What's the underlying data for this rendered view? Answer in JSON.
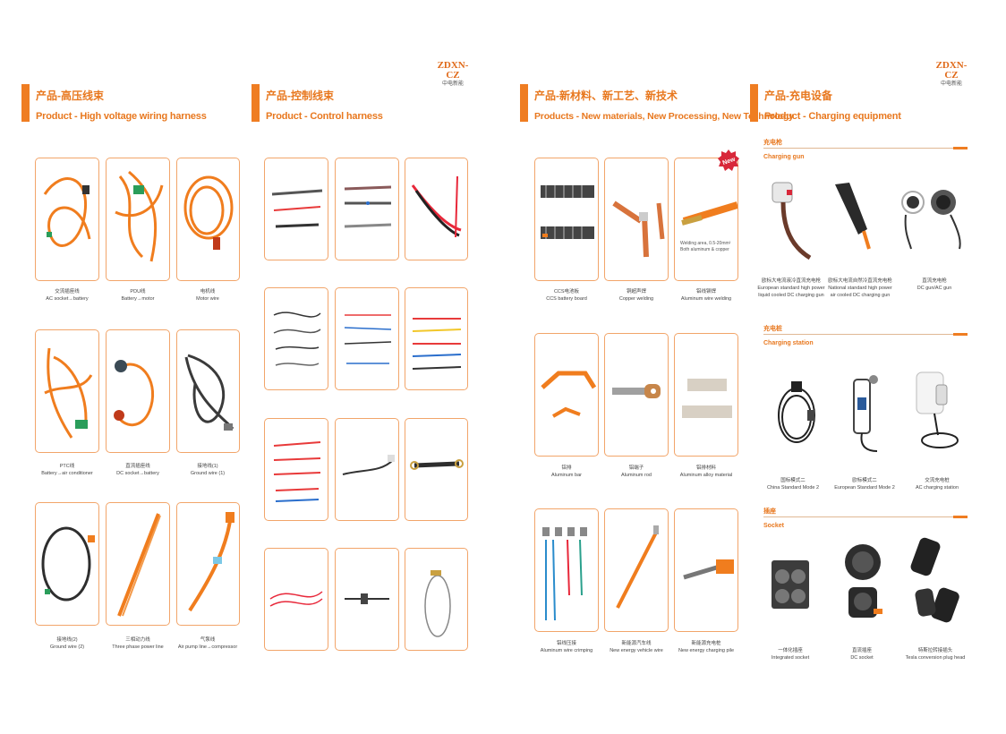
{
  "brand": {
    "logo_text": "ZDXN-CZ",
    "logo_sub": "中电新能"
  },
  "pages": [
    {
      "title_cn": "产品-高压线束",
      "title_en": "Product - High voltage wiring harness",
      "items": [
        {
          "cn": "交流插座线",
          "en": "AC socket→battery"
        },
        {
          "cn": "PDU线",
          "en": "Battery→motor"
        },
        {
          "cn": "电机线",
          "en": "Motor wire"
        },
        {
          "cn": "PTC线",
          "en": "Battery→air conditioner"
        },
        {
          "cn": "直流插座线",
          "en": "DC socket→battery"
        },
        {
          "cn": "接地线(1)",
          "en": "Ground wire (1)"
        },
        {
          "cn": "接地线(2)",
          "en": "Ground wire (2)"
        },
        {
          "cn": "三相动力线",
          "en": "Three phase power line"
        },
        {
          "cn": "气泵线",
          "en": "Air pump line→compressor"
        }
      ]
    },
    {
      "title_cn": "产品-控制线束",
      "title_en": "Product - Control harness"
    },
    {
      "title_cn": "产品-新材料、新工艺、新技术",
      "title_en": "Products - New materials, New Processing, New Technology",
      "badge": "New",
      "items": [
        {
          "cn": "CCS电池板",
          "en": "CCS battery board"
        },
        {
          "cn": "铜超声焊",
          "en": "Copper welding"
        },
        {
          "cn": "铝线铆焊",
          "en": "Aluminum wire welding"
        },
        {
          "cn": "铝排",
          "en": "Aluminum bar"
        },
        {
          "cn": "铝端子",
          "en": "Aluminum rod"
        },
        {
          "cn": "铝排材料",
          "en": "Aluminum alloy material"
        },
        {
          "cn": "铝线压接",
          "en": "Aluminum wire crimping"
        },
        {
          "cn": "新能源汽车线",
          "en": "New energy vehicle wire"
        },
        {
          "cn": "新能源充电桩",
          "en": "New energy charging pile"
        }
      ],
      "ccs_note": "Welding area, 0.5-20mm²\nBoth aluminum & copper"
    },
    {
      "title_cn": "产品-充电设备",
      "title_en": "Product - Charging equipment",
      "sections": [
        {
          "cn": "充电枪",
          "en": "Charging gun",
          "items": [
            {
              "cn": "欧标大电流液冷直流充电枪",
              "en": "European standard high power\nliquid cooled DC charging gun"
            },
            {
              "cn": "欧标大电流自然冷直流充电枪",
              "en": "National standard high power\nair cooled DC charging gun"
            },
            {
              "cn": "直流充电枪",
              "en": "DC gun/AC gun"
            }
          ]
        },
        {
          "cn": "充电桩",
          "en": "Charging station",
          "items": [
            {
              "cn": "国标模式二",
              "en": "China Standard Mode 2"
            },
            {
              "cn": "欧标模式二",
              "en": "European Standard Mode 2"
            },
            {
              "cn": "交流充电桩",
              "en": "AC charging station"
            }
          ]
        },
        {
          "cn": "插座",
          "en": "Socket",
          "items": [
            {
              "cn": "一体化插座",
              "en": "Integrated socket"
            },
            {
              "cn": "直流插座",
              "en": "DC socket"
            },
            {
              "cn": "特斯拉转接插头",
              "en": "Tesla conversion plug head"
            }
          ]
        }
      ]
    }
  ],
  "colors": {
    "accent": "#ef7d22",
    "card_border": "#f2a56a",
    "cable_orange": "#f07d1e"
  }
}
